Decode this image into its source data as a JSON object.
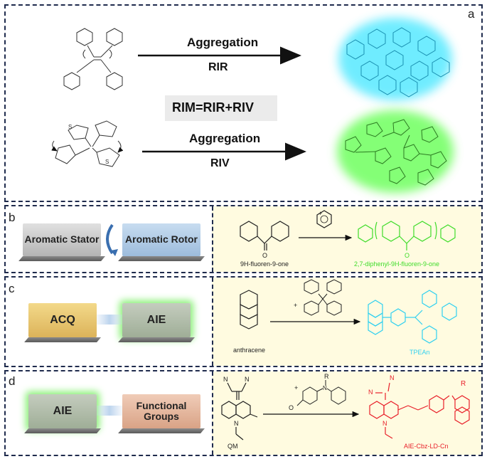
{
  "panels": {
    "a": {
      "label": "a",
      "arrow1_top": "Aggregation",
      "arrow1_bottom": "RIR",
      "equation": "RIM=RIR+RIV",
      "arrow2_top": "Aggregation",
      "arrow2_bottom": "RIV"
    },
    "b": {
      "label": "b",
      "block_left": "Aromatic Stator",
      "block_right": "Aromatic Rotor",
      "reactant_name": "9H-fluoren-9-one",
      "reagent": "+",
      "product_name": "2,7-diphenyl-9H-fluoren-9-one"
    },
    "c": {
      "label": "c",
      "block_left": "ACQ",
      "block_right": "AIE",
      "reactant_name": "anthracene",
      "reagent": "+",
      "product_name": "TPEAn"
    },
    "d": {
      "label": "d",
      "block_left": "AIE",
      "block_right": "Functional Groups",
      "reactant_name": "QM",
      "reagent": "+",
      "substituent": "R",
      "product_name": "AIE-Cbz-LD-Cn"
    }
  },
  "colors": {
    "border": "#1f2b4d",
    "cyan_glow": "#3fe6ff",
    "green_glow": "#5cff4a",
    "green_text": "#3fdc2a",
    "cyan_text": "#2fd0f0",
    "red_text": "#e8202a",
    "stator": "#bdbdbd",
    "rotor": "#a9c6e4",
    "acq": "#e8c46a",
    "aie": "#a9b7a2",
    "functional": "#e5b69d"
  }
}
